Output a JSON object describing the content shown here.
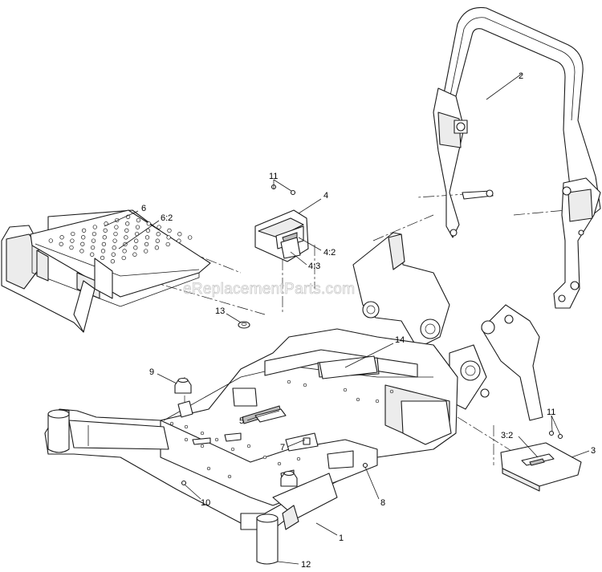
{
  "watermark": "eReplacementParts.com",
  "callouts": [
    {
      "id": "c1",
      "text": "1"
    },
    {
      "id": "c2",
      "text": "2"
    },
    {
      "id": "c3",
      "text": "3"
    },
    {
      "id": "c3_2",
      "text": "3:2"
    },
    {
      "id": "c4",
      "text": "4"
    },
    {
      "id": "c4_2",
      "text": "4:2"
    },
    {
      "id": "c4_3",
      "text": "4:3"
    },
    {
      "id": "c5",
      "text": "5"
    },
    {
      "id": "c6",
      "text": "6"
    },
    {
      "id": "c6_2",
      "text": "6:2"
    },
    {
      "id": "c7",
      "text": "7"
    },
    {
      "id": "c8",
      "text": "8"
    },
    {
      "id": "c9",
      "text": "9"
    },
    {
      "id": "c10",
      "text": "10"
    },
    {
      "id": "c11a",
      "text": "11"
    },
    {
      "id": "c11b",
      "text": "11"
    },
    {
      "id": "c12",
      "text": "12"
    },
    {
      "id": "c13",
      "text": "13"
    },
    {
      "id": "c14",
      "text": "14"
    }
  ]
}
